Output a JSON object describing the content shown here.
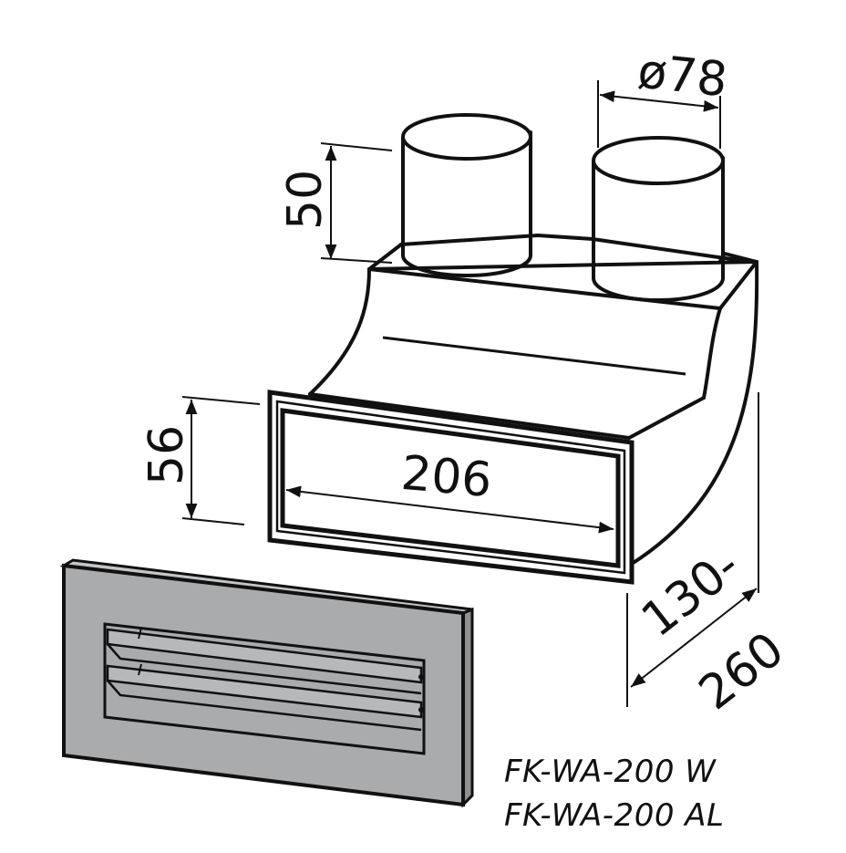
{
  "dimensions": {
    "pipe_diameter": "ø78",
    "pipe_height": "50",
    "opening_height": "56",
    "opening_width": "206",
    "depth_min": "130-",
    "depth_max": "260"
  },
  "models": [
    "FK-WA-200 W",
    "FK-WA-200 AL"
  ],
  "colors": {
    "line": "#111111",
    "grille_fill": "#a9abad",
    "background": "#ffffff"
  }
}
